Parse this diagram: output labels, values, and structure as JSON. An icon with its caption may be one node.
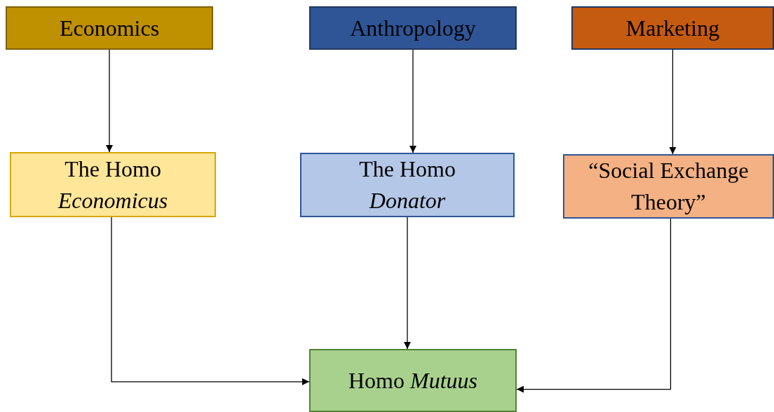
{
  "diagram": {
    "nodes": [
      {
        "text": [
          "Economics"
        ]
      },
      {
        "text": [
          "Anthropology"
        ]
      },
      {
        "text": [
          "Marketing"
        ]
      },
      {
        "text": [
          "The Homo *Economicus*"
        ]
      },
      {
        "text": [
          "The Homo *Donator*"
        ]
      },
      {
        "text": [
          "“Social Exchange Theory”"
        ]
      },
      {
        "text": [
          "Homo *Mutuus*"
        ]
      }
    ],
    "edges": [
      {
        "from": 0,
        "to": 3,
        "arrow": "to"
      },
      {
        "from": 1,
        "to": 4,
        "arrow": "to"
      },
      {
        "from": 2,
        "to": 5,
        "arrow": "to"
      },
      {
        "from": 3,
        "to": 6,
        "arrow": "to"
      },
      {
        "from": 4,
        "to": 6,
        "arrow": "to"
      },
      {
        "from": 5,
        "to": 6,
        "arrow": "to"
      }
    ]
  }
}
